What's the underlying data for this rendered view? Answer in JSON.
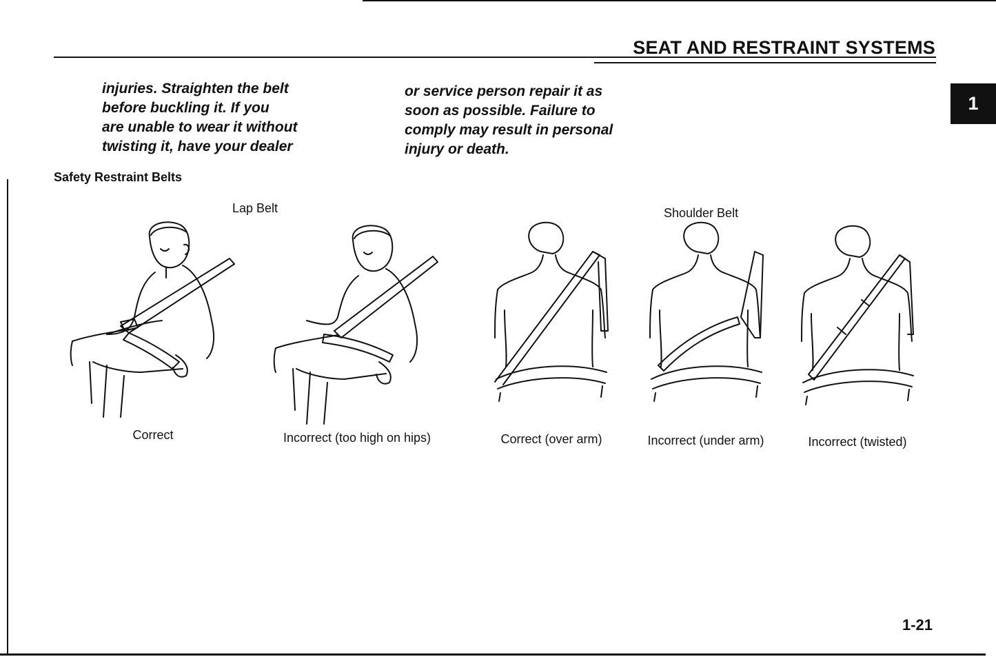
{
  "header": {
    "section_title": "SEAT AND RESTRAINT SYSTEMS"
  },
  "chapter_tab": "1",
  "warning": {
    "col1": "injuries. Straighten the belt\nbefore buckling it. If you\nare unable to wear it without\ntwisting it, have your dealer",
    "col2": "or service person repair it as\nsoon as possible. Failure to\ncomply may result in personal\ninjury or death."
  },
  "figure": {
    "heading": "Safety Restraint Belts",
    "lap_belt_label": "Lap Belt",
    "shoulder_belt_label": "Shoulder Belt",
    "captions": [
      "Correct",
      "Incorrect (too high on hips)",
      "Correct (over arm)",
      "Incorrect (under arm)",
      "Incorrect (twisted)"
    ]
  },
  "footer": {
    "page_number": "1-21"
  }
}
